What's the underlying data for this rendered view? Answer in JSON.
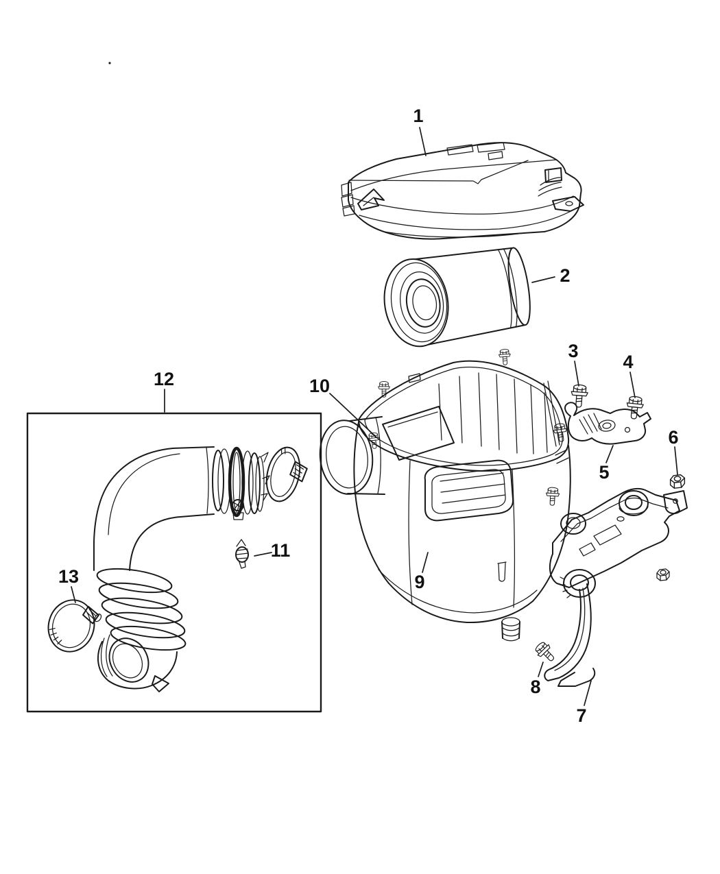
{
  "page": {
    "background_color": "#ffffff",
    "line_color": "#1a1a1a"
  },
  "diagram": {
    "type": "exploded-parts-line-drawing",
    "callouts": [
      {
        "label": "1",
        "part": "air-cleaner-cover"
      },
      {
        "label": "2",
        "part": "air-filter-element"
      },
      {
        "label": "3",
        "part": "hex-head-bolt"
      },
      {
        "label": "4",
        "part": "hex-head-bolt"
      },
      {
        "label": "5",
        "part": "upper-mounting-bracket"
      },
      {
        "label": "6",
        "part": "hex-nut"
      },
      {
        "label": "7",
        "part": "lower-support-bracket"
      },
      {
        "label": "8",
        "part": "hex-head-bolt"
      },
      {
        "label": "9",
        "part": "air-cleaner-body"
      },
      {
        "label": "10",
        "part": "body-seal"
      },
      {
        "label": "11",
        "part": "retainer-clip"
      },
      {
        "label": "12",
        "part": "air-intake-hose-assembly"
      },
      {
        "label": "13",
        "part": "hose-clamp"
      }
    ]
  }
}
